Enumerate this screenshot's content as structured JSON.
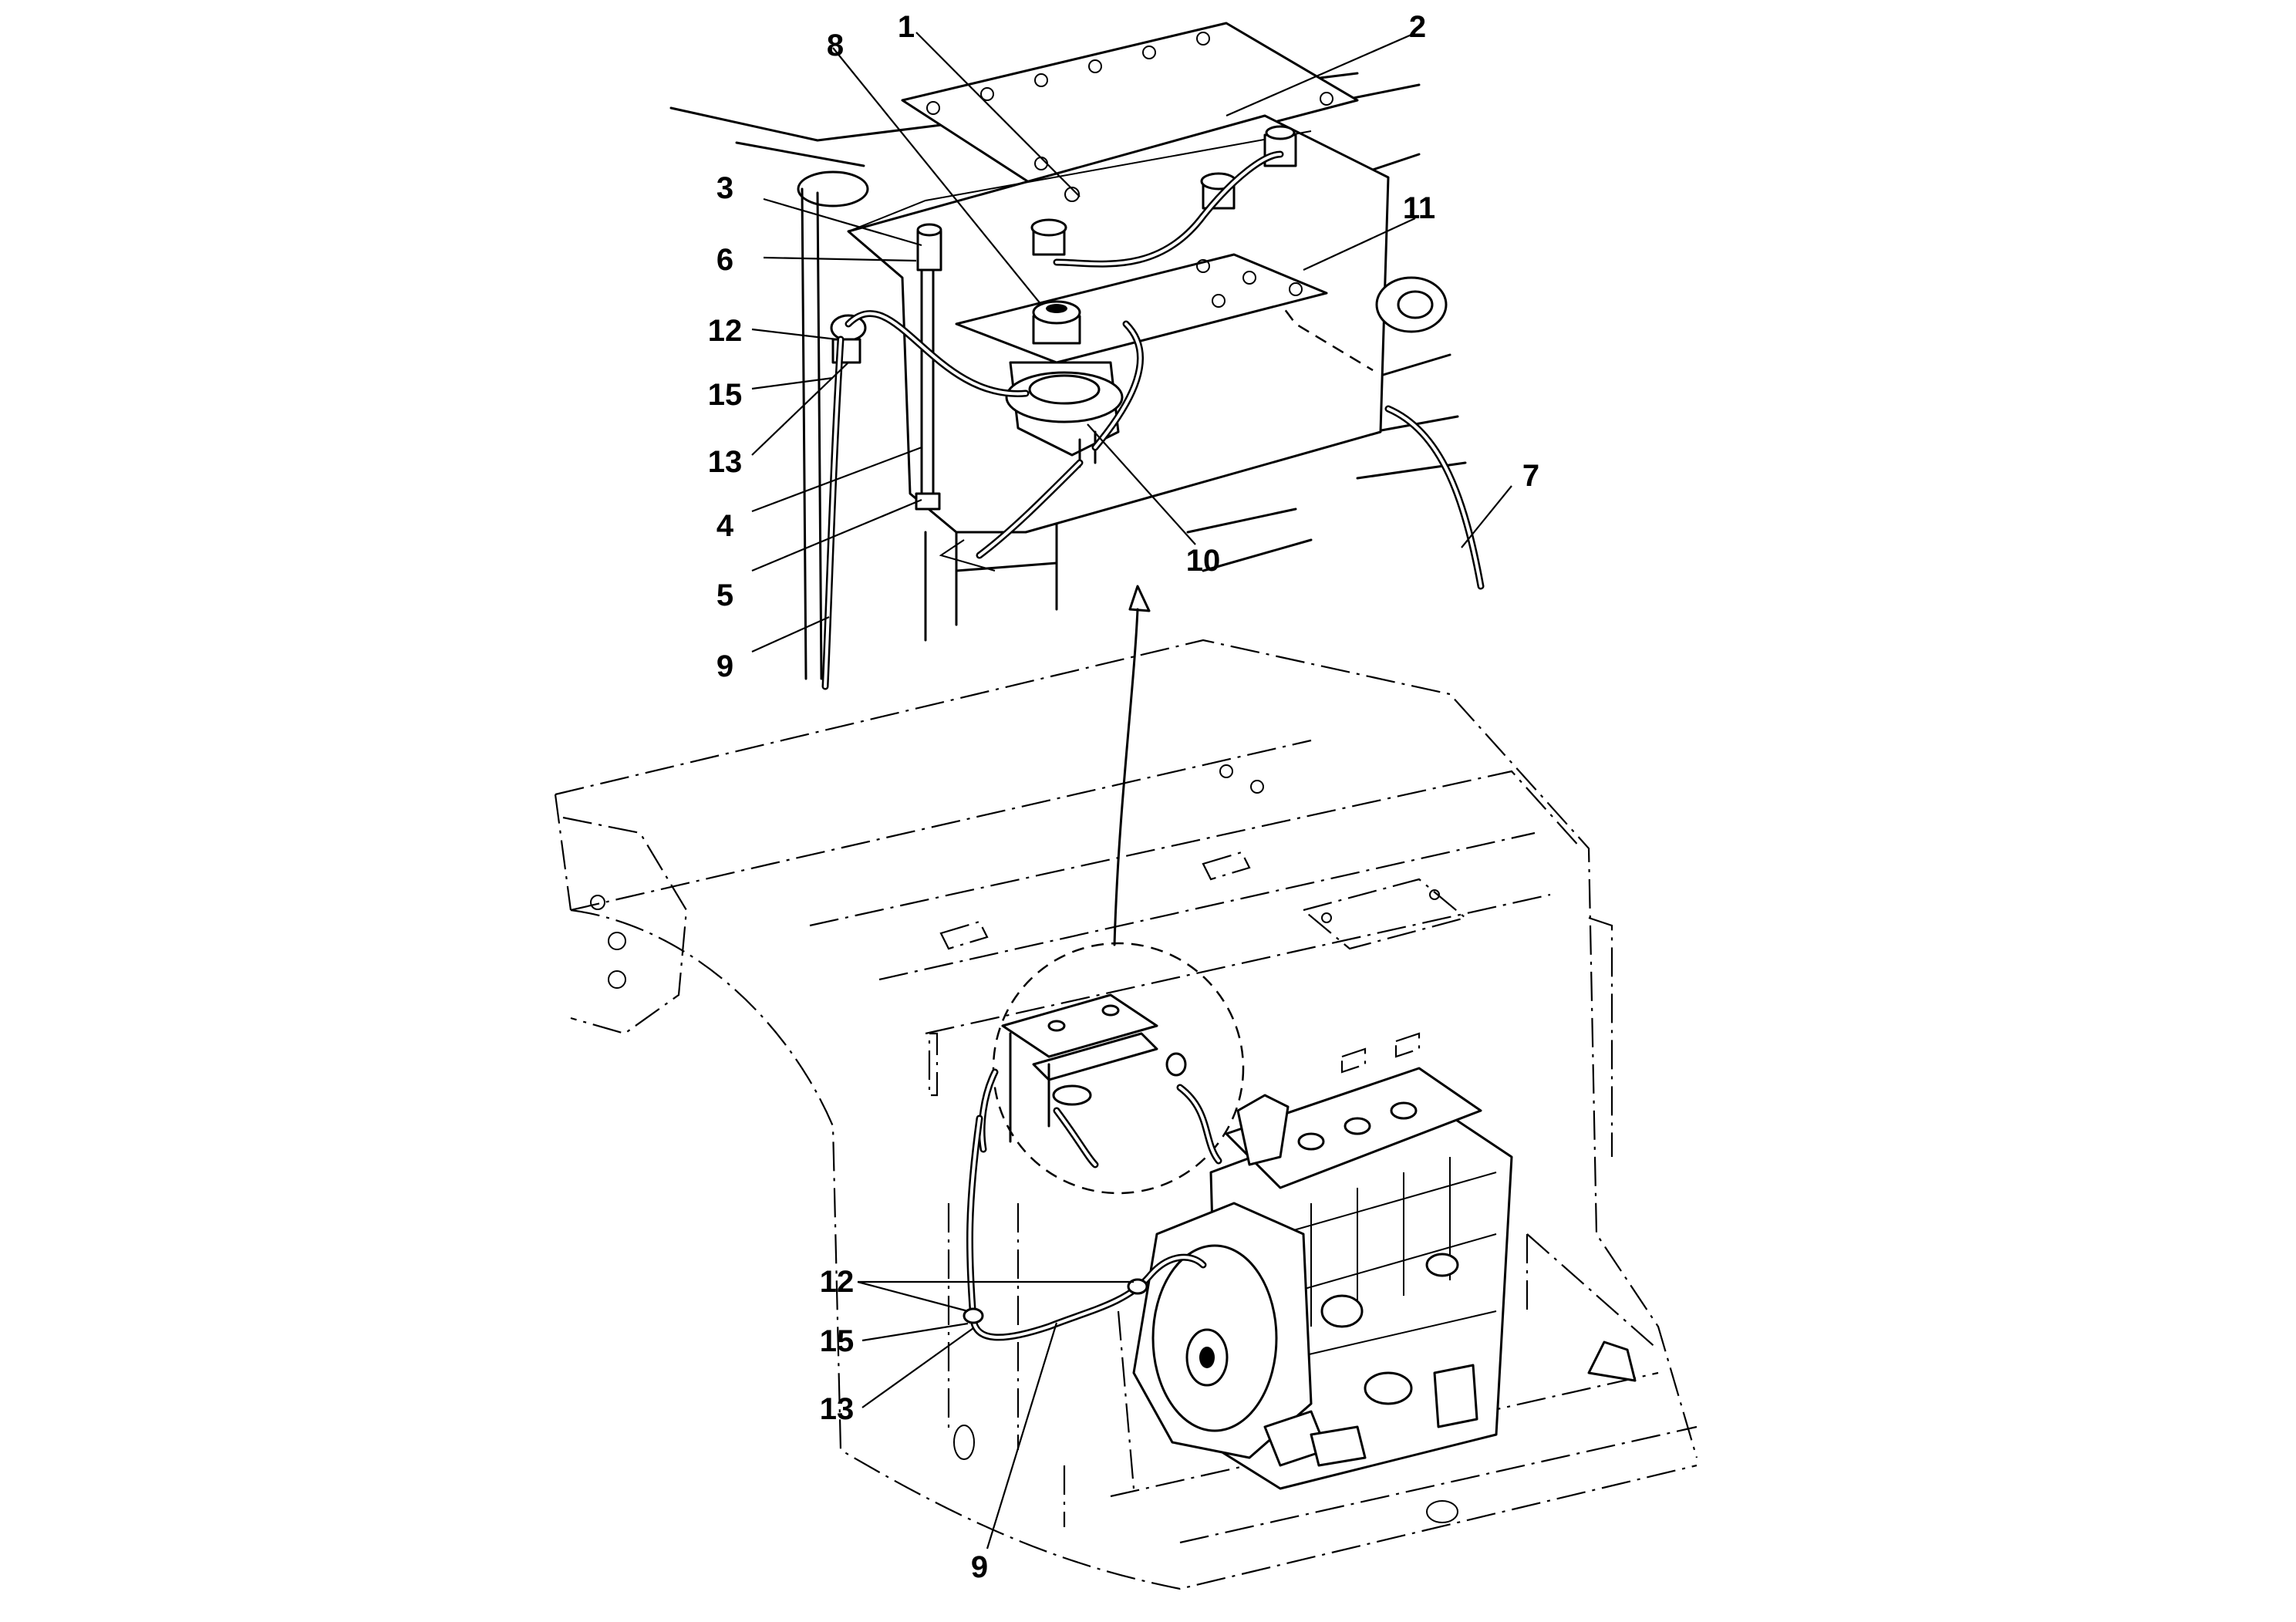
{
  "callouts": {
    "top": {
      "c1": "1",
      "c2": "2",
      "c3": "3",
      "c6": "6",
      "c8": "8",
      "c11": "11",
      "c12": "12",
      "c15": "15",
      "c13": "13",
      "c4": "4",
      "c5": "5",
      "c9": "9",
      "c10": "10",
      "c7": "7"
    },
    "bottom": {
      "c12": "12",
      "c15": "15",
      "c13": "13",
      "c9": "9"
    }
  }
}
